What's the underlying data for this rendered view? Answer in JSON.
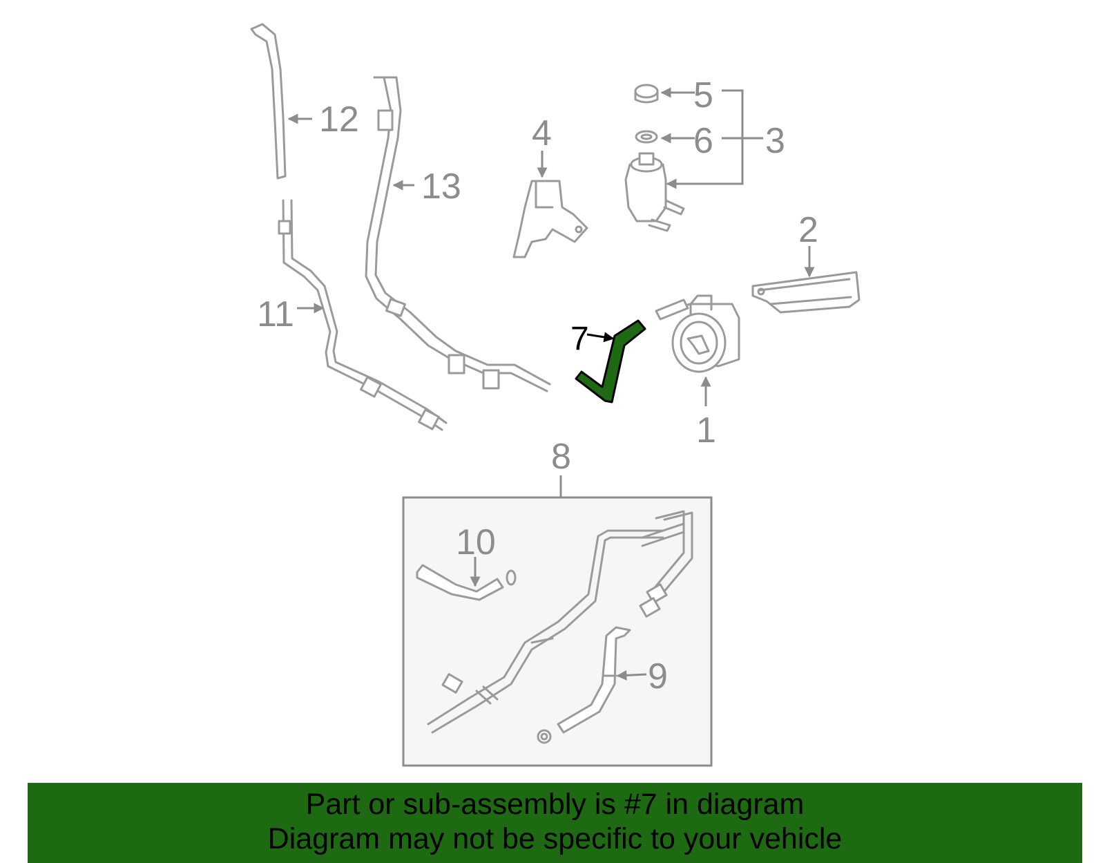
{
  "diagram": {
    "callouts": [
      "1",
      "2",
      "3",
      "4",
      "5",
      "6",
      "7",
      "8",
      "9",
      "10",
      "11",
      "12",
      "13"
    ],
    "highlighted_part": "7",
    "highlight_color": "#1e6a12",
    "banner_color": "#1e6a12",
    "inset_background": "#f6f6f6"
  },
  "banner": {
    "line1": "Part or sub-assembly is #7 in diagram",
    "line2": "Diagram may not be specific to your vehicle"
  }
}
